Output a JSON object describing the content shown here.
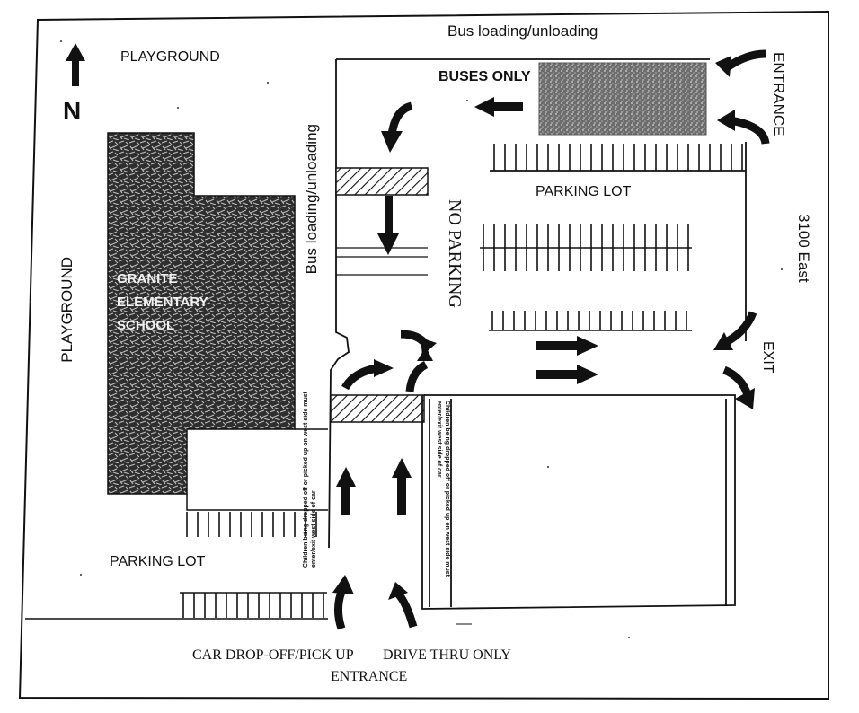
{
  "labels": {
    "bus_loading_top": "Bus loading/unloading",
    "playground_top": "PLAYGROUND",
    "north": "N",
    "buses_only": "BUSES ONLY",
    "entrance_right": "ENTRANCE",
    "parking_lot_right": "PARKING LOT",
    "street": "3100 East",
    "bus_loading_vertical": "Bus loading/unloading",
    "no_parking": "NO PARKING",
    "playground_left": "PLAYGROUND",
    "school": "GRANITE ELEMENTARY SCHOOL",
    "exit": "EXIT",
    "note_left": "Children being dropped off or picked up on west side must enter/exit west side of car",
    "note_right": "Children being dropped off or picked up on west side must enter/exit west side of car",
    "parking_lot_left": "PARKING LOT",
    "car_dropoff": "CAR DROP-OFF/PICK UP",
    "drive_thru": "DRIVE THRU ONLY",
    "entrance_bottom": "ENTRANCE"
  },
  "colors": {
    "ink": "#111111",
    "building": "#3a3a3a",
    "bus_area": "#8a8a8a",
    "paper": "#ffffff"
  },
  "icons": [
    "north-arrow-icon",
    "curved-arrow-icon",
    "straight-arrow-icon"
  ]
}
